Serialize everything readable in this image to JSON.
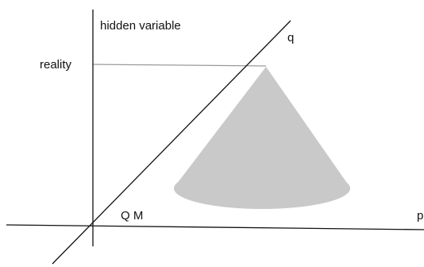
{
  "labels": {
    "vertical_axis": "hidden variable",
    "reality": "reality",
    "q": "q",
    "p": "p",
    "qm": "Q M"
  },
  "colors": {
    "axis": "#111111",
    "guide": "#9a9a9a",
    "cone": "#c9c9c9",
    "background": "#ffffff"
  }
}
